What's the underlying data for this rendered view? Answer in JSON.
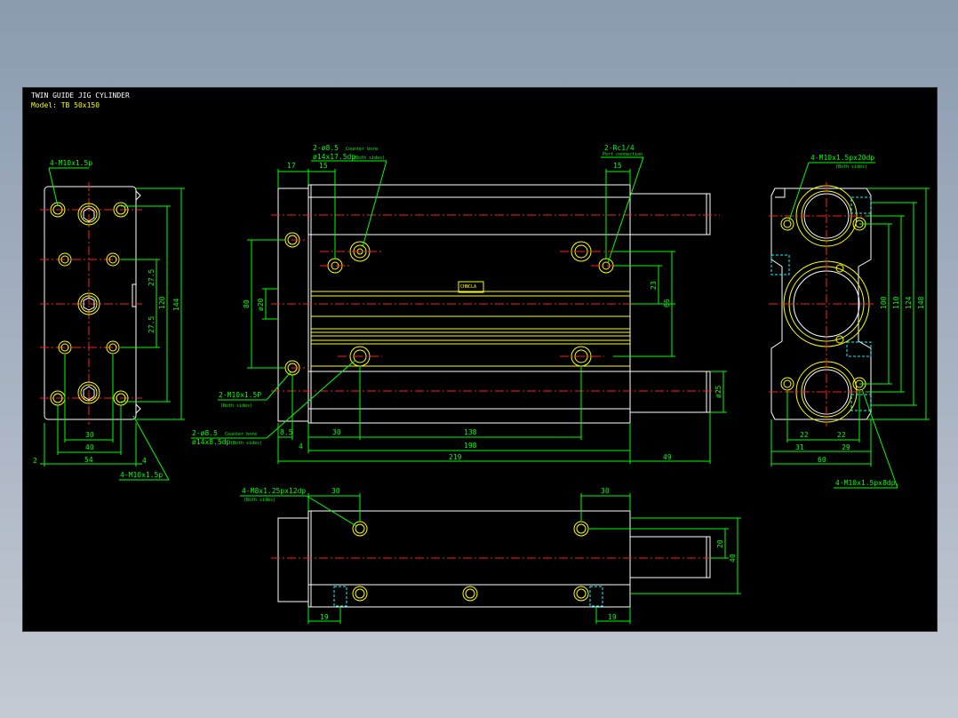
{
  "title_block": {
    "title": "TWIN GUIDE JIG CYLINDER",
    "model": "Model: TB 50x150"
  },
  "nameplate": "CHNCLA",
  "callouts": {
    "left_top": "4-M10x1.5p",
    "left_bottom": "4-M10x1.5p",
    "counterbore_top_1": "2-ø8.5",
    "counterbore_top_1s": "Counter bore",
    "counterbore_top_2": "ø14x17.5dp",
    "counterbore_top_2s": "(Both sides)",
    "port_1": "2-Rc1/4",
    "port_2": "Port connection",
    "m10_side_1": "2-M10x1.5P",
    "m10_side_2": "(Both sides)",
    "counterbore_bot_1": "2-ø8.5",
    "counterbore_bot_1s": "Counter bore",
    "counterbore_bot_2": "ø14x8.5dp",
    "counterbore_bot_2s": "(Both sides)",
    "right_top_1": "4-M10x1.5px20dp",
    "right_top_2": "(Both sides)",
    "right_bottom": "4-M10x1.5px8dp.",
    "bottom_view_1": "4-M8x1.25px12dp",
    "bottom_view_2": "(Both sides)"
  },
  "dims": {
    "d30_left": "30",
    "d40_left": "40",
    "d54": "54",
    "d2": "2",
    "d4_left": "4",
    "d27_5a": "27.5",
    "d27_5b": "27.5",
    "d120": "120",
    "d144": "144",
    "d17": "17",
    "d15a": "15",
    "d15b": "15",
    "d80": "80",
    "d20phi": "ø20",
    "d23": "23",
    "d66": "66",
    "d25phi": "ø25",
    "d8_5": "8.5",
    "d4": "4",
    "d30": "30",
    "d138": "138",
    "d198": "198",
    "d219": "219",
    "d49": "49",
    "d100": "100",
    "d110": "110",
    "d124": "124",
    "d148": "148",
    "d22a": "22",
    "d22b": "22",
    "d31": "31",
    "d29": "29",
    "d60": "60",
    "d30b1": "30",
    "d30b2": "30",
    "d20": "20",
    "d40": "40",
    "d19a": "19",
    "d19b": "19"
  },
  "colors": {
    "sheet": "#000000",
    "outline": "#ffffff",
    "hole": "#ffff00",
    "dimension": "#00ff00",
    "centerline": "#ff2020",
    "hidden": "#00ffff"
  }
}
